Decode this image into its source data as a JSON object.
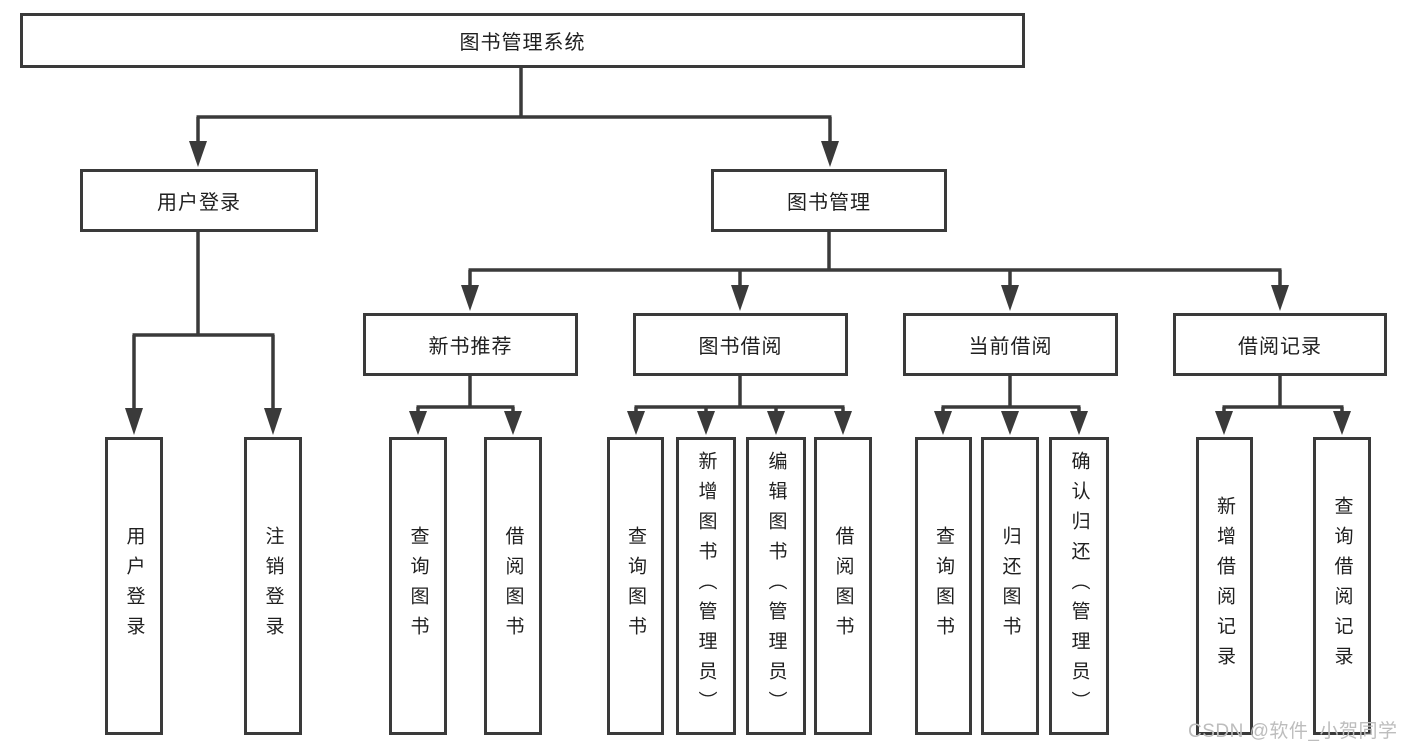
{
  "nodes": {
    "root": "图书管理系统",
    "user_login": "用户登录",
    "book_mgmt": "图书管理",
    "new_books": "新书推荐",
    "book_borrow": "图书借阅",
    "current_borrow": "当前借阅",
    "borrow_records": "借阅记录"
  },
  "leaves": {
    "user_login": [
      "用户登录",
      "注销登录"
    ],
    "new_books": [
      "查询图书",
      "借阅图书"
    ],
    "book_borrow": [
      "查询图书",
      "新增图书（管理员）",
      "编辑图书（管理员）",
      "借阅图书"
    ],
    "current_borrow": [
      "查询图书",
      "归还图书",
      "确认归还（管理员）"
    ],
    "borrow_records": [
      "新增借阅记录",
      "查询借阅记录"
    ]
  },
  "watermark": "CSDN @软件_小贺同学",
  "colors": {
    "line": "#3a3a3a",
    "text": "#1f1f1f",
    "background": "#ffffff",
    "watermark": "#bdbdbd"
  }
}
